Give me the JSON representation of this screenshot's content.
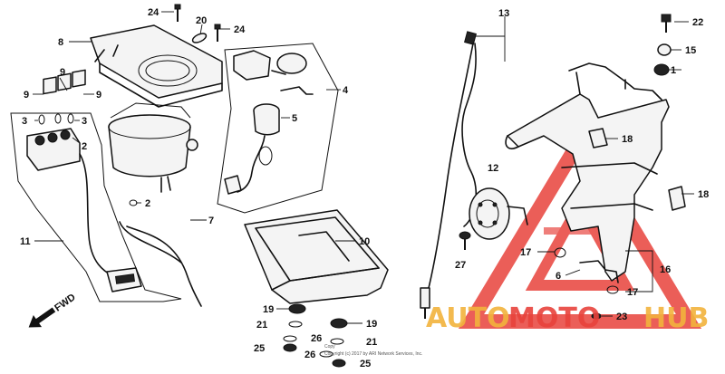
{
  "callouts": [
    {
      "n": "1"
    },
    {
      "n": "2"
    },
    {
      "n": "2"
    },
    {
      "n": "3"
    },
    {
      "n": "3"
    },
    {
      "n": "4"
    },
    {
      "n": "5"
    },
    {
      "n": "6"
    },
    {
      "n": "7"
    },
    {
      "n": "8"
    },
    {
      "n": "9"
    },
    {
      "n": "9"
    },
    {
      "n": "9"
    },
    {
      "n": "10"
    },
    {
      "n": "11"
    },
    {
      "n": "12"
    },
    {
      "n": "13"
    },
    {
      "n": "15"
    },
    {
      "n": "16"
    },
    {
      "n": "17"
    },
    {
      "n": "17"
    },
    {
      "n": "18"
    },
    {
      "n": "18"
    },
    {
      "n": "19"
    },
    {
      "n": "19"
    },
    {
      "n": "20"
    },
    {
      "n": "21"
    },
    {
      "n": "21"
    },
    {
      "n": "22"
    },
    {
      "n": "23"
    },
    {
      "n": "24"
    },
    {
      "n": "24"
    },
    {
      "n": "25"
    },
    {
      "n": "25"
    },
    {
      "n": "26"
    },
    {
      "n": "26"
    },
    {
      "n": "27"
    }
  ],
  "fwd_label": "FWD",
  "copyright": "Copyright (c) 2017 by ARI Network Services, Inc.",
  "copyright_short": "Copy",
  "watermark": {
    "part1": "AUTO",
    "part2": "MOTO",
    "part3": "HUB"
  },
  "colors": {
    "watermark_red": "#e8433c",
    "watermark_gold": "#f2b33d",
    "ink": "#111111"
  }
}
